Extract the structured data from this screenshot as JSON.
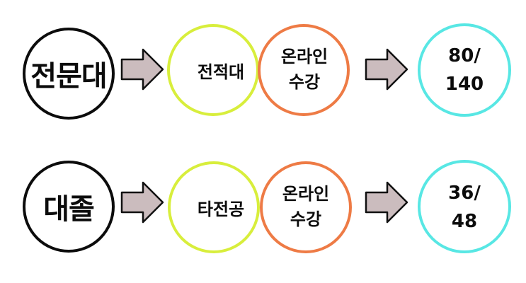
{
  "rows": [
    {
      "source": "전문대",
      "overlap_left": "전적대",
      "overlap_right": "온라인\n수강",
      "result": "80/\n140"
    },
    {
      "source": "대졸",
      "overlap_left": "타전공",
      "overlap_right": "온라인\n수강",
      "result": "36/\n48"
    }
  ],
  "colors": {
    "source_circle": "#0c0c0c",
    "overlap_left_circle": "#d8ee3c",
    "overlap_right_circle": "#ee7b45",
    "result_circle": "#58e7e4",
    "arrow_fill": "#cbbcbe",
    "arrow_stroke": "#111111"
  },
  "icons": [
    "right-arrow-icon"
  ]
}
